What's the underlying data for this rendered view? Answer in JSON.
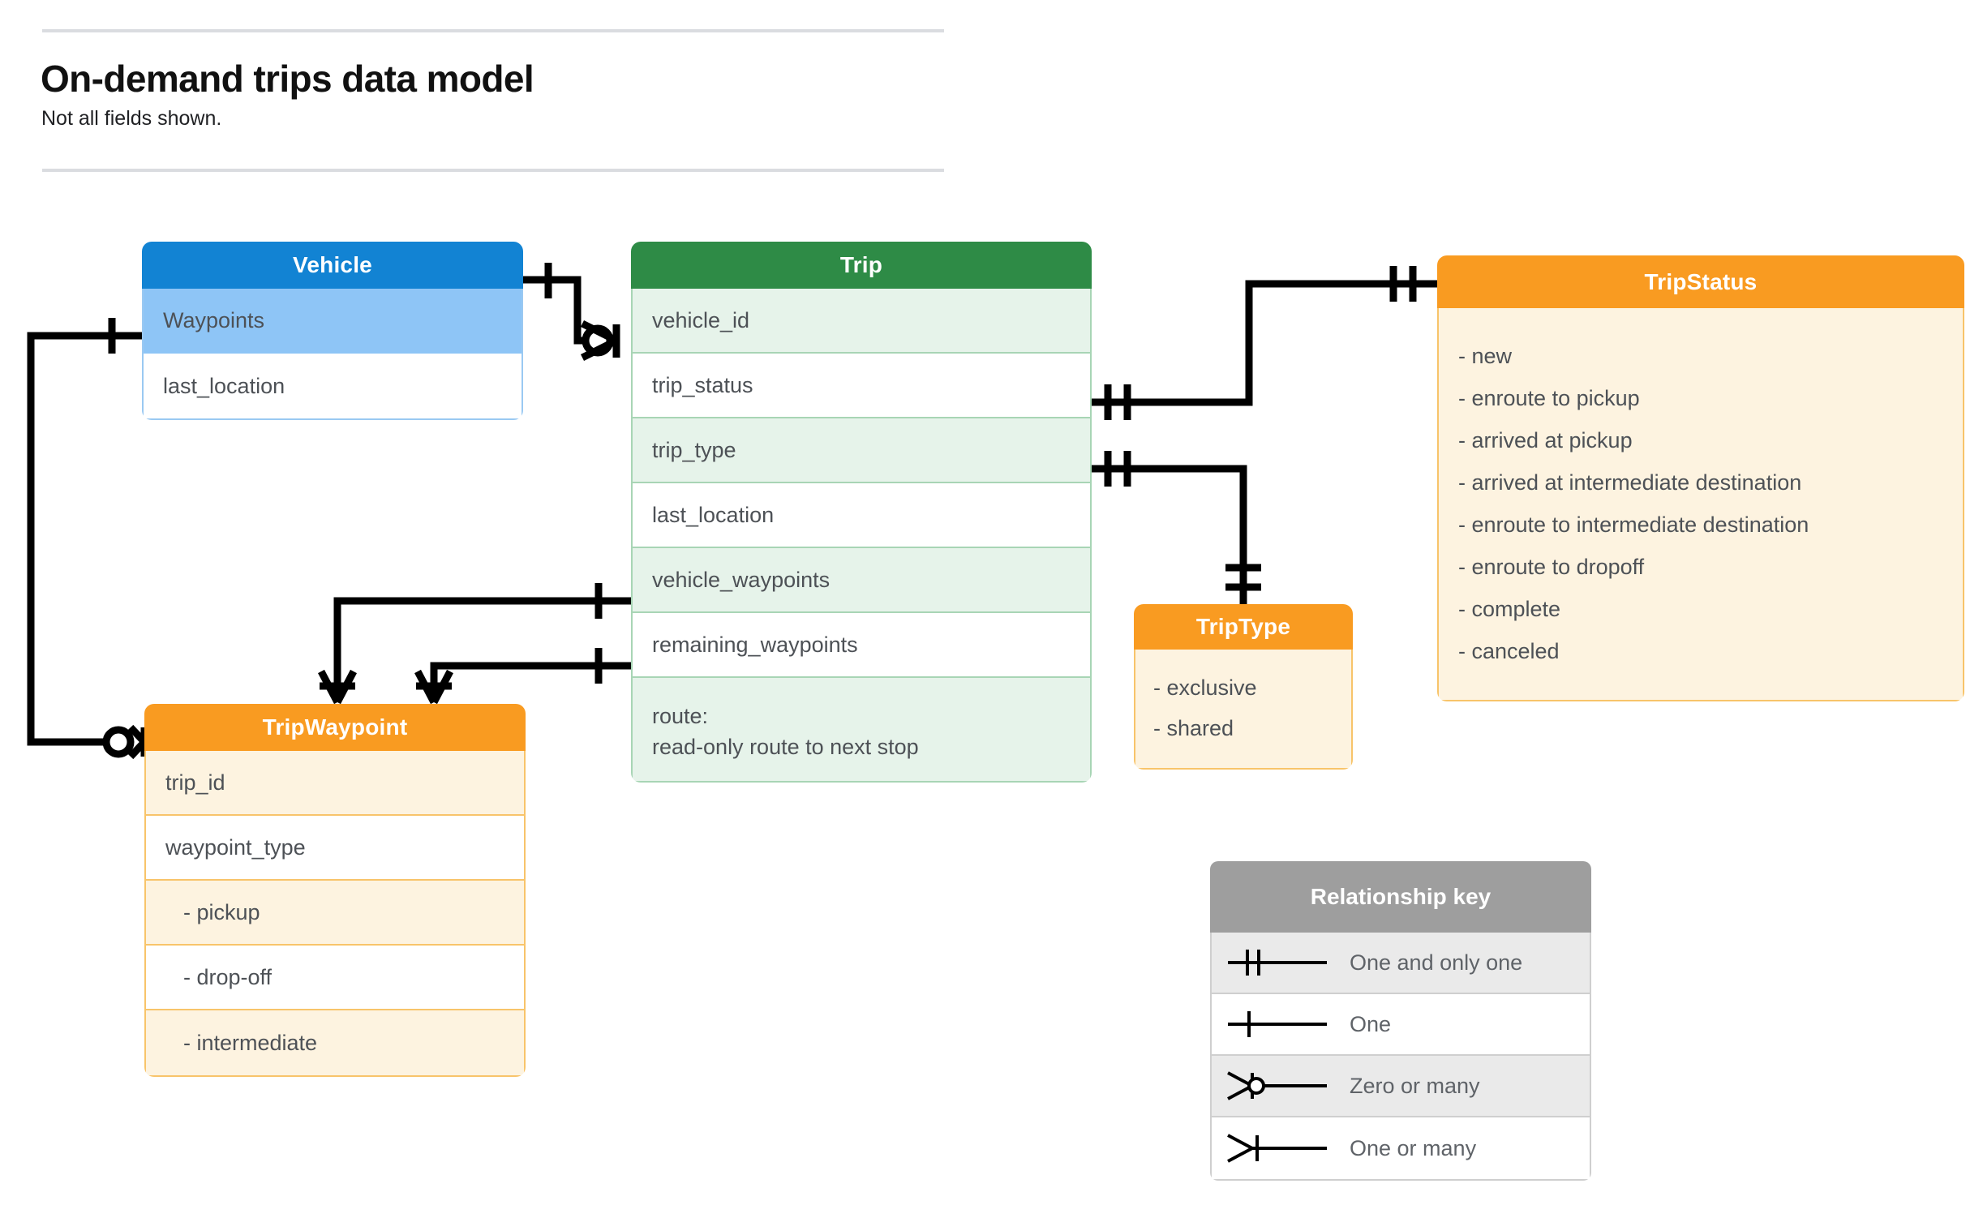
{
  "header": {
    "title": "On-demand trips data model",
    "subtitle": "Not all fields shown."
  },
  "colors": {
    "vehicle_header": "#1283D3",
    "vehicle_row_highlight": "#8EC5F6",
    "trip_header": "#2E8B46",
    "trip_row_highlight": "#E6F3EA",
    "enum_header": "#F99B21",
    "enum_body": "#FDF3E0",
    "legend_header": "#9E9E9E",
    "connector": "#000000"
  },
  "entities": {
    "vehicle": {
      "title": "Vehicle",
      "fields": [
        {
          "label": "Waypoints"
        },
        {
          "label": "last_location"
        }
      ]
    },
    "trip": {
      "title": "Trip",
      "fields": [
        {
          "label": "vehicle_id"
        },
        {
          "label": "trip_status"
        },
        {
          "label": "trip_type"
        },
        {
          "label": "last_location"
        },
        {
          "label": "vehicle_waypoints"
        },
        {
          "label": "remaining_waypoints"
        }
      ],
      "note_line1": "route:",
      "note_line2": "read-only route to next stop"
    },
    "tripstatus": {
      "title": "TripStatus",
      "values": [
        "- new",
        "- enroute to pickup",
        "- arrived at pickup",
        "- arrived at intermediate destination",
        "- enroute to intermediate destination",
        "- enroute to dropoff",
        "- complete",
        "- canceled"
      ]
    },
    "triptype": {
      "title": "TripType",
      "values": [
        "- exclusive",
        "- shared"
      ]
    },
    "tripwaypoint": {
      "title": "TripWaypoint",
      "fields": [
        {
          "label": "trip_id"
        },
        {
          "label": "waypoint_type"
        },
        {
          "label": "-  pickup"
        },
        {
          "label": "-  drop-off"
        },
        {
          "label": "-  intermediate"
        }
      ]
    }
  },
  "legend": {
    "title": "Relationship key",
    "rows": [
      {
        "symbol": "one-and-only-one-icon",
        "label": "One and only one"
      },
      {
        "symbol": "one-icon",
        "label": "One"
      },
      {
        "symbol": "zero-or-many-icon",
        "label": "Zero or many"
      },
      {
        "symbol": "one-or-many-icon",
        "label": "One or many"
      }
    ]
  },
  "relationships": [
    {
      "from": "Vehicle",
      "from_cardinality": "One",
      "to": "Trip.vehicle_id",
      "to_cardinality": "Zero or many"
    },
    {
      "from": "Vehicle.Waypoints",
      "from_cardinality": "One",
      "to": "TripWaypoint",
      "to_cardinality": "Zero or many"
    },
    {
      "from": "Trip.trip_status",
      "from_cardinality": "One and only one",
      "to": "TripStatus",
      "to_cardinality": "One and only one"
    },
    {
      "from": "Trip.trip_type",
      "from_cardinality": "One and only one",
      "to": "TripType",
      "to_cardinality": "One and only one"
    },
    {
      "from": "Trip.vehicle_waypoints",
      "from_cardinality": "One",
      "to": "TripWaypoint",
      "to_cardinality": "One or many"
    },
    {
      "from": "Trip.remaining_waypoints",
      "from_cardinality": "One",
      "to": "TripWaypoint",
      "to_cardinality": "One or many"
    }
  ]
}
